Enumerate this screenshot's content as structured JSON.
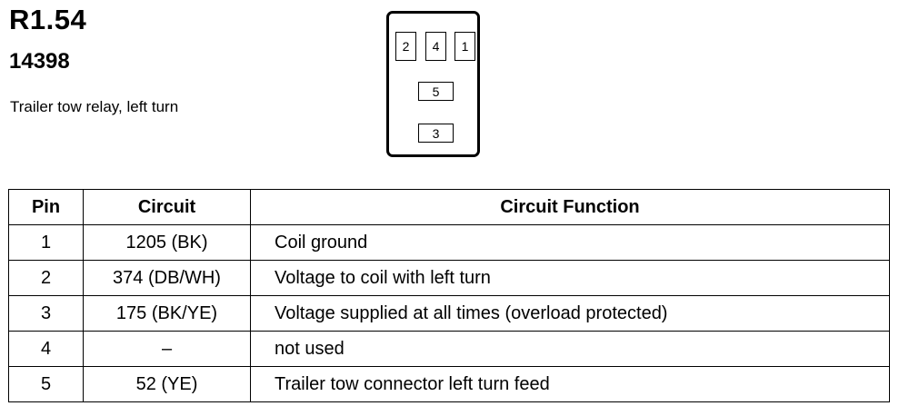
{
  "header": {
    "ref": "R1.54",
    "part_number": "14398",
    "description": "Trailer tow relay, left turn"
  },
  "connector": {
    "pins": [
      "2",
      "4",
      "1",
      "5",
      "3"
    ]
  },
  "table": {
    "headers": [
      "Pin",
      "Circuit",
      "Circuit Function"
    ],
    "rows": [
      {
        "pin": "1",
        "circuit": "1205 (BK)",
        "function": "Coil ground"
      },
      {
        "pin": "2",
        "circuit": "374 (DB/WH)",
        "function": "Voltage to coil with left turn"
      },
      {
        "pin": "3",
        "circuit": "175 (BK/YE)",
        "function": "Voltage supplied at all times (overload protected)"
      },
      {
        "pin": "4",
        "circuit": "–",
        "function": "not used"
      },
      {
        "pin": "5",
        "circuit": "52 (YE)",
        "function": "Trailer tow connector left turn feed"
      }
    ]
  }
}
